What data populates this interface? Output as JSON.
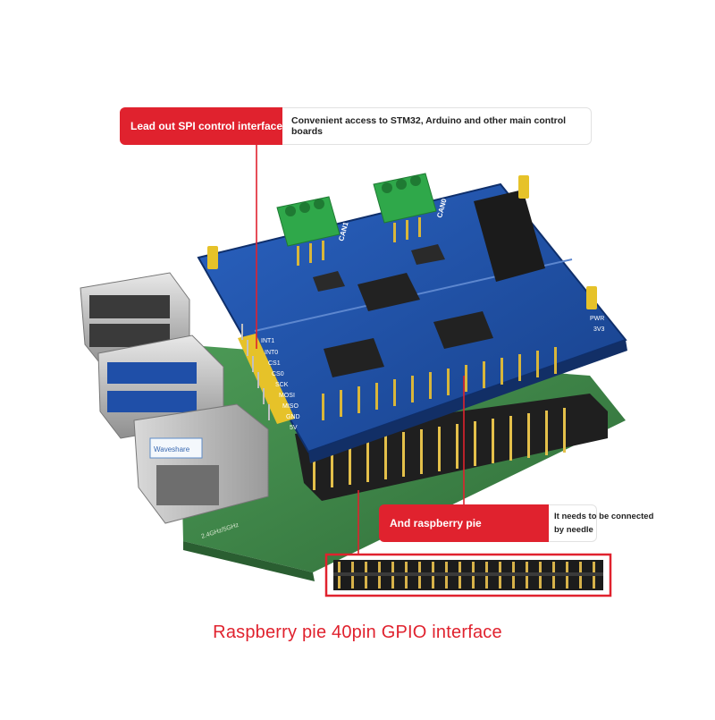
{
  "callouts": {
    "spi": {
      "label": "Lead out SPI control interface",
      "description": "Convenient access to STM32, Arduino and other main control boards"
    },
    "rpi": {
      "label": "And raspberry pie",
      "description_line1": "It needs to be connected",
      "description_line2": "by needle"
    }
  },
  "board": {
    "header_labels": [
      "INT1",
      "INT0",
      "CS1",
      "CS0",
      "SCK",
      "MOSI",
      "MISO",
      "GND",
      "5V"
    ],
    "can_labels": [
      "CAN1",
      "CAN0"
    ],
    "jumper_labels": [
      "PWR",
      "3V3"
    ],
    "brand_label": "Waveshare"
  },
  "caption": "Raspberry pie 40pin GPIO interface",
  "colors": {
    "accent_red": "#e0222e",
    "pcb_blue": "#1d4fa3",
    "pcb_green": "#3f8a4a",
    "terminal_green": "#2fa84a",
    "header_yellow": "#e6c229"
  }
}
